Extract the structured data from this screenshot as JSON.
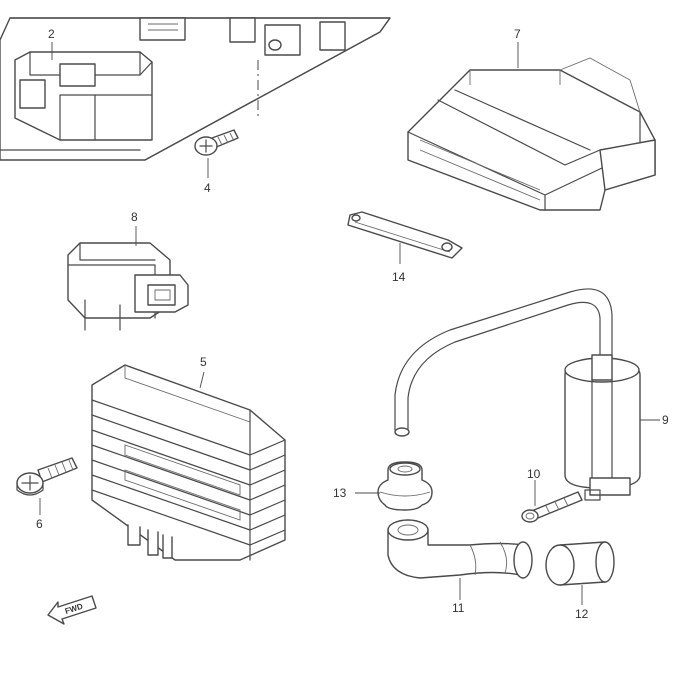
{
  "callouts": [
    {
      "id": "2",
      "label": "2"
    },
    {
      "id": "4",
      "label": "4"
    },
    {
      "id": "5",
      "label": "5"
    },
    {
      "id": "6",
      "label": "6"
    },
    {
      "id": "7",
      "label": "7"
    },
    {
      "id": "8",
      "label": "8"
    },
    {
      "id": "9",
      "label": "9"
    },
    {
      "id": "10",
      "label": "10"
    },
    {
      "id": "11",
      "label": "11"
    },
    {
      "id": "12",
      "label": "12"
    },
    {
      "id": "13",
      "label": "13"
    },
    {
      "id": "14",
      "label": "14"
    }
  ],
  "fwd_marker": {
    "label": "FWD"
  },
  "colors": {
    "line": "#4a4a4a",
    "paper": "#ffffff",
    "text": "#333333"
  }
}
